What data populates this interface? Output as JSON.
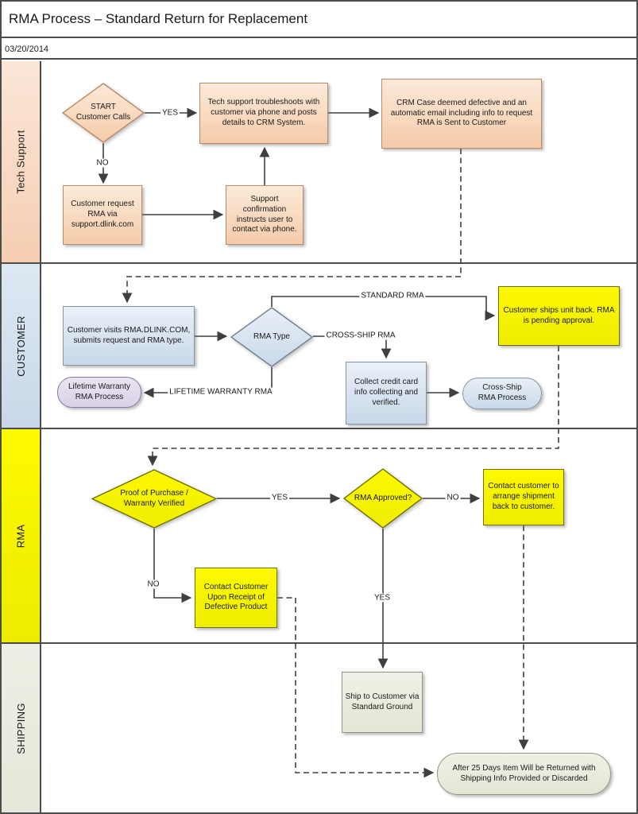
{
  "title": "RMA Process – Standard Return for Replacement",
  "date": "03/20/2014",
  "lanes": [
    {
      "label": "Tech Support"
    },
    {
      "label": "CUSTOMER"
    },
    {
      "label": "RMA"
    },
    {
      "label": "SHIPPING"
    }
  ],
  "nodes": {
    "start_call": "START\nCustomer Calls",
    "troubleshoot": "Tech support troubleshoots with customer via phone and posts details to CRM System.",
    "crm_case": "CRM Case deemed defective and an automatic email including info to request RMA is  Sent to Customer",
    "request_rma": "Customer request RMA via support.dlink.com",
    "support_confirm": "Support confirmation instructs user to contact via phone.",
    "customer_visits": "Customer visits RMA.DLINK.COM, submits request and RMA type.",
    "rma_type": "RMA Type",
    "customer_ships": "Customer ships unit back. RMA is pending approval.",
    "collect_cc": "Collect credit card info collecting and verified.",
    "cross_ship": "Cross-Ship\nRMA Process",
    "lifetime": "Lifetime Warranty\nRMA Process",
    "proof": "Proof of Purchase / Warranty Verified",
    "approved": "RMA Approved?",
    "contact_arrange": "Contact customer to arrange shipment back to customer.",
    "contact_receipt": "Contact Customer Upon Receipt of Defective Product",
    "ship_ground": "Ship to Customer via Standard Ground",
    "after_25": "After 25 Days Item Will be Returned with Shipping Info Provided or Discarded"
  },
  "edge_labels": {
    "ts_yes": "YES",
    "ts_no": "NO",
    "standard": "STANDARD RMA",
    "cross_ship": "CROSS-SHIP RMA",
    "lifetime": "LIFETIME WARRANTY RMA",
    "proof_yes": "YES",
    "proof_no": "NO",
    "approved_yes": "YES",
    "approved_no": "NO"
  },
  "colors": {
    "lane_tech": "#f8d9c2",
    "lane_customer": "#d8e4f0",
    "lane_rma": "#f7f400",
    "lane_shipping": "#eaede0",
    "node_peach": "#f8d7bd",
    "node_blue": "#d6e2ef",
    "node_yellow": "#f7f400",
    "node_green": "#e8ecdb",
    "node_lavender": "#e2dbec",
    "connector": "#3f3f3f"
  }
}
